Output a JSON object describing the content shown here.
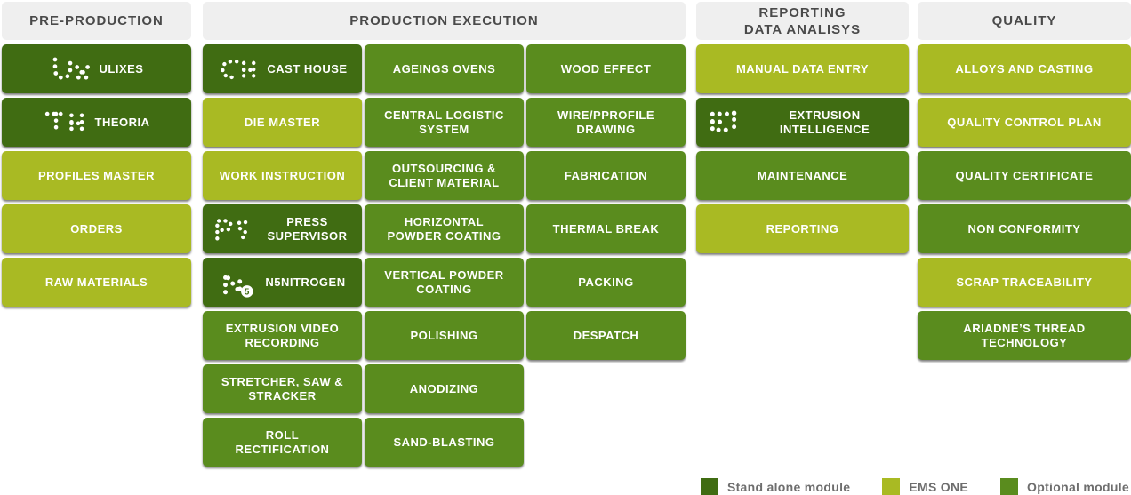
{
  "colors": {
    "standalone": "#406c12",
    "ems_one": "#a9ba23",
    "optional": "#5a8c1e",
    "header_bg": "#efefef",
    "header_text": "#4a4a4a",
    "block_text": "#ffffff",
    "legend_text": "#6e6e6e",
    "background": "#ffffff"
  },
  "columns": {
    "pre_production": {
      "title": "PRE-PRODUCTION",
      "items": [
        {
          "label": "ULIXES",
          "type": "standalone",
          "icon": "ulixes-logo-icon"
        },
        {
          "label": "THEORIA",
          "type": "standalone",
          "icon": "theoria-logo-icon"
        },
        {
          "label": "PROFILES MASTER",
          "type": "ems_one"
        },
        {
          "label": "ORDERS",
          "type": "ems_one"
        },
        {
          "label": "RAW MATERIALS",
          "type": "ems_one"
        }
      ]
    },
    "production_execution": {
      "title": "PRODUCTION EXECUTION",
      "col_a": [
        {
          "label": "CAST HOUSE",
          "type": "standalone",
          "icon": "cast-house-logo-icon"
        },
        {
          "label": "DIE MASTER",
          "type": "ems_one"
        },
        {
          "label": "WORK INSTRUCTION",
          "type": "ems_one"
        },
        {
          "label": "PRESS SUPERVISOR",
          "type": "standalone",
          "icon": "press-supervisor-logo-icon"
        },
        {
          "label": "N5NITROGEN",
          "type": "standalone",
          "icon": "n5nitrogen-logo-icon"
        },
        {
          "label": "EXTRUSION VIDEO RECORDING",
          "type": "optional"
        },
        {
          "label": "STRETCHER, SAW & STRACKER",
          "type": "optional"
        },
        {
          "label": "ROLL RECTIFICATION",
          "type": "optional"
        }
      ],
      "col_b": [
        {
          "label": "AGEINGS OVENS",
          "type": "optional"
        },
        {
          "label": "CENTRAL LOGISTIC SYSTEM",
          "type": "optional"
        },
        {
          "label": "OUTSOURCING & CLIENT MATERIAL",
          "type": "optional"
        },
        {
          "label": "HORIZONTAL POWDER COATING",
          "type": "optional"
        },
        {
          "label": "VERTICAL POWDER COATING",
          "type": "optional"
        },
        {
          "label": "POLISHING",
          "type": "optional"
        },
        {
          "label": "ANODIZING",
          "type": "optional"
        },
        {
          "label": "SAND-BLASTING",
          "type": "optional"
        }
      ],
      "col_c": [
        {
          "label": "WOOD EFFECT",
          "type": "optional"
        },
        {
          "label": "WIRE/PPROFILE DRAWING",
          "type": "optional"
        },
        {
          "label": "FABRICATION",
          "type": "optional"
        },
        {
          "label": "THERMAL BREAK",
          "type": "optional"
        },
        {
          "label": "PACKING",
          "type": "optional"
        },
        {
          "label": "DESPATCH",
          "type": "optional"
        }
      ]
    },
    "reporting": {
      "title_line1": "REPORTING",
      "title_line2": "DATA ANALISYS",
      "items": [
        {
          "label": "MANUAL DATA ENTRY",
          "type": "ems_one"
        },
        {
          "label": "EXTRUSION INTELLIGENCE",
          "type": "standalone",
          "icon": "extrusion-intelligence-logo-icon"
        },
        {
          "label": "MAINTENANCE",
          "type": "optional"
        },
        {
          "label": "REPORTING",
          "type": "ems_one"
        }
      ]
    },
    "quality": {
      "title": "QUALITY",
      "items": [
        {
          "label": "ALLOYS AND CASTING",
          "type": "ems_one"
        },
        {
          "label": "QUALITY CONTROL PLAN",
          "type": "ems_one"
        },
        {
          "label": "QUALITY CERTIFICATE",
          "type": "optional"
        },
        {
          "label": "NON CONFORMITY",
          "type": "optional"
        },
        {
          "label": "SCRAP TRACEABILITY",
          "type": "ems_one"
        },
        {
          "label": "ARIADNE’S THREAD TECHNOLOGY",
          "type": "optional"
        }
      ]
    }
  },
  "legend": {
    "items": [
      {
        "label": "Stand alone module",
        "type": "standalone"
      },
      {
        "label": "EMS ONE",
        "type": "ems_one"
      },
      {
        "label": "Optional module",
        "type": "optional"
      }
    ]
  }
}
